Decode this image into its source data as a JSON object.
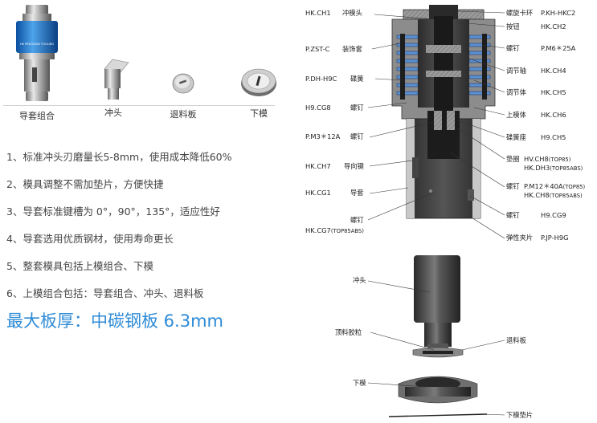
{
  "products": [
    {
      "label": "导套组合",
      "icon": "guide-sleeve-assembly-image"
    },
    {
      "label": "冲头",
      "icon": "punch-image"
    },
    {
      "label": "退料板",
      "icon": "stripper-plate-image"
    },
    {
      "label": "下模",
      "icon": "lower-die-image"
    }
  ],
  "features": [
    "1、标准冲头刃磨量长5-8mm，使用成本降低60%",
    "2、模具调整不需加垫片，方便快捷",
    "3、导套标准键槽为 0°，90°，135°，适应性好",
    "4、导套选用优质钢材，使用寿命更长",
    "5、整套模具包括上模组合、下模",
    "6、上模组合包括：导套组合、冲头、退料板"
  ],
  "max_thickness": "最大板厚：中碳钢板 6.3mm",
  "diagram_top": {
    "left_labels": [
      {
        "code": "HK.CH1",
        "name": "冲模头"
      },
      {
        "code": "P.ZST-C",
        "name": "装饰套"
      },
      {
        "code": "P.DH-H9C",
        "name": "碟簧"
      },
      {
        "code": "H9.CG8",
        "name": "螺钉"
      },
      {
        "code": "P.M3＊12A",
        "name": "螺钉"
      },
      {
        "code": "HK.CH7",
        "name": "导向键"
      },
      {
        "code": "HK.CG1",
        "name": "导套"
      },
      {
        "code": "",
        "name": "螺钉"
      },
      {
        "code": "HK.CG7",
        "suffix": "(TOP85ABS)",
        "name": ""
      }
    ],
    "right_labels": [
      {
        "name": "螺旋卡环",
        "code": "P.KH-HKC2"
      },
      {
        "name": "按钮",
        "code": "HK.CH2"
      },
      {
        "name": "螺钉",
        "code": "P.M6＊25A"
      },
      {
        "name": "调节轴",
        "code": "HK.CH4"
      },
      {
        "name": "调节体",
        "code": "HK.CH5"
      },
      {
        "name": "上模体",
        "code": "HK.CH6"
      },
      {
        "name": "碟簧座",
        "code": "H9.CH5"
      },
      {
        "name": "垫圈",
        "code": "HV.CH8",
        "suffix": "(TOP85)"
      },
      {
        "name": "",
        "code": "HK.DH3",
        "suffix": "(TOP85ABS)"
      },
      {
        "name": "螺钉",
        "code": "P.M12＊40A",
        "suffix": "(TOP85)"
      },
      {
        "name": "",
        "code": "HK.CH8",
        "suffix": "(TOP85ABS)"
      },
      {
        "name": "螺钉",
        "code": "H9.CG9"
      },
      {
        "name": "弹性夹片",
        "code": "P.JP-H9G"
      }
    ]
  },
  "diagram_bottom": {
    "labels": [
      "冲头",
      "顶料胶粒",
      "退料板",
      "下模",
      "下模垫片"
    ]
  },
  "colors": {
    "accent": "#2e8bd6",
    "spring_blue": "#5b8fd0",
    "steel_dark": "#3a3a3a",
    "steel_mid": "#8a8a8a"
  }
}
